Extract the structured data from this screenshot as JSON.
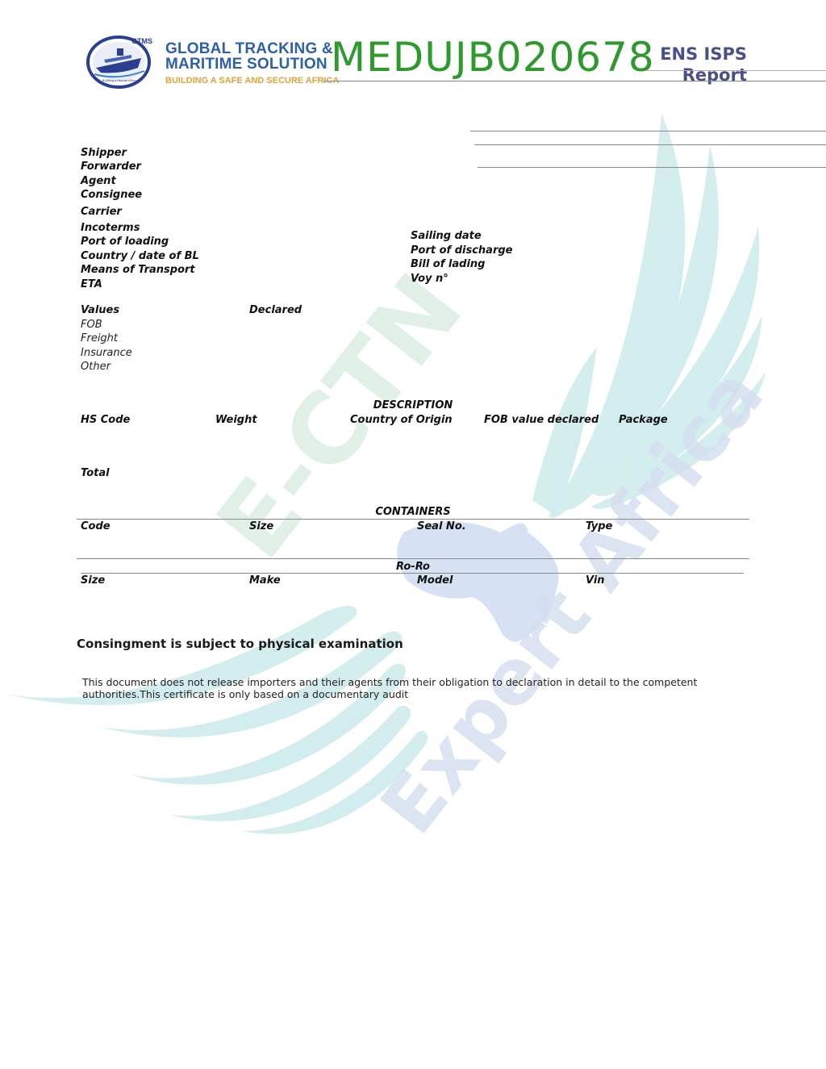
{
  "header": {
    "logo_badge": "GTMS",
    "logo_tagline": "Building a Secure Africa",
    "company_line_1": "GLOBAL TRACKING &",
    "company_line_2": "MARITIME SOLUTION",
    "company_tagline": "BUILDING A SAFE AND SECURE AFRICA",
    "document_number": "MEDUJB020678",
    "report_title_line_1": "ENS ISPS",
    "report_title_line_2": "Report",
    "colors": {
      "brand_blue": "#2e5fa8",
      "brand_orange": "#e0a23a",
      "number_green": "#2e9a2e",
      "title_indigo": "#4a4f86"
    }
  },
  "parties": {
    "shipper_label": "Shipper",
    "forwarder_label": "Forwarder",
    "agent_label": "Agent",
    "consignee_label": "Consignee",
    "carrier_label": "Carrier"
  },
  "shipment": {
    "incoterms_label": "Incoterms",
    "port_of_loading_label": "Port of loading",
    "country_date_bl_label": "Country / date of BL",
    "means_of_transport_label": "Means of Transport",
    "eta_label": "ETA",
    "sailing_date_label": "Sailing date",
    "port_of_discharge_label": "Port of discharge",
    "bill_of_lading_label": "Bill of lading",
    "voy_label": "Voy n°"
  },
  "values": {
    "header_label": "Values",
    "declared_label": "Declared",
    "rows": [
      "FOB",
      "Freight",
      "Insurance",
      "Other"
    ]
  },
  "description": {
    "section_title": "DESCRIPTION",
    "columns": [
      "HS Code",
      "Weight",
      "Country of Origin",
      "FOB value declared",
      "Package"
    ],
    "total_label": "Total"
  },
  "containers": {
    "section_title": "CONTAINERS",
    "columns": [
      "Code",
      "Size",
      "Seal No.",
      "Type"
    ]
  },
  "roro": {
    "section_title": "Ro-Ro",
    "columns": [
      "Size",
      "Make",
      "Model",
      "Vin"
    ]
  },
  "notes": {
    "examination": "Consingment is subject to physical examination",
    "disclaimer": "This document does not release importers and their agents from their obligation to declaration in detail to the competent authorities.This certificate is only based on a documentary audit"
  },
  "watermark": {
    "line_1": "E-CTN",
    "line_2": "Expert Africa",
    "icon": "wings-africa-map-icon"
  }
}
